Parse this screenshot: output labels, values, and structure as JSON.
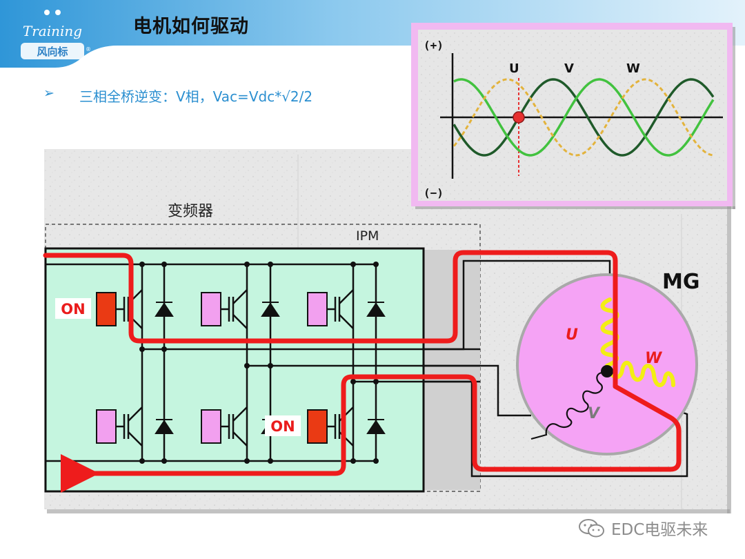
{
  "header": {
    "title": "电机如何驱动",
    "logo_text": "Training",
    "logo_subtext": "风向标",
    "logo_mark": "®"
  },
  "bullet": {
    "marker": "➢",
    "text": "三相全桥逆变：V相，Vac=Vdc*√2/2"
  },
  "diagram": {
    "inverter_label": "变频器",
    "ipm_label": "IPM",
    "switch_on_labels": [
      "ON",
      "ON"
    ],
    "motor_label": "MG",
    "winding_labels": {
      "u": "U",
      "v": "V",
      "w": "W"
    },
    "colors": {
      "current_path": "#ee1c1c",
      "ipm_fill": "#c5f5df",
      "motor_fill": "#f5a3f5",
      "gate_off": "#f2a0ef",
      "gate_on": "#ea3a14",
      "winding_u_w": "#f3ee14"
    }
  },
  "waveform": {
    "plus_label": "(+)",
    "minus_label": "(−)",
    "phase_labels": [
      "U",
      "V",
      "W"
    ],
    "colors": {
      "u": "#1f5a2a",
      "v": "#42c23f",
      "w": "#e3b33c",
      "marker": "#e73030"
    }
  },
  "watermark": {
    "text": "EDC电驱未来"
  }
}
